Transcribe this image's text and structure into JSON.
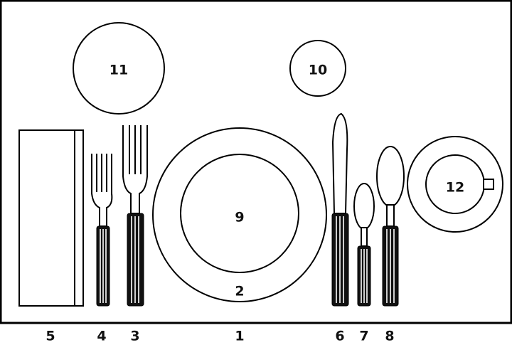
{
  "diagram": {
    "items": {
      "dinner_plate": "2",
      "salad_plate": "9",
      "bread_plate": "11",
      "glass": "10",
      "cup_saucer": "12",
      "place_center": "1",
      "napkin": "5",
      "salad_fork": "4",
      "dinner_fork": "3",
      "knife": "6",
      "teaspoon": "7",
      "soup_spoon": "8"
    }
  }
}
